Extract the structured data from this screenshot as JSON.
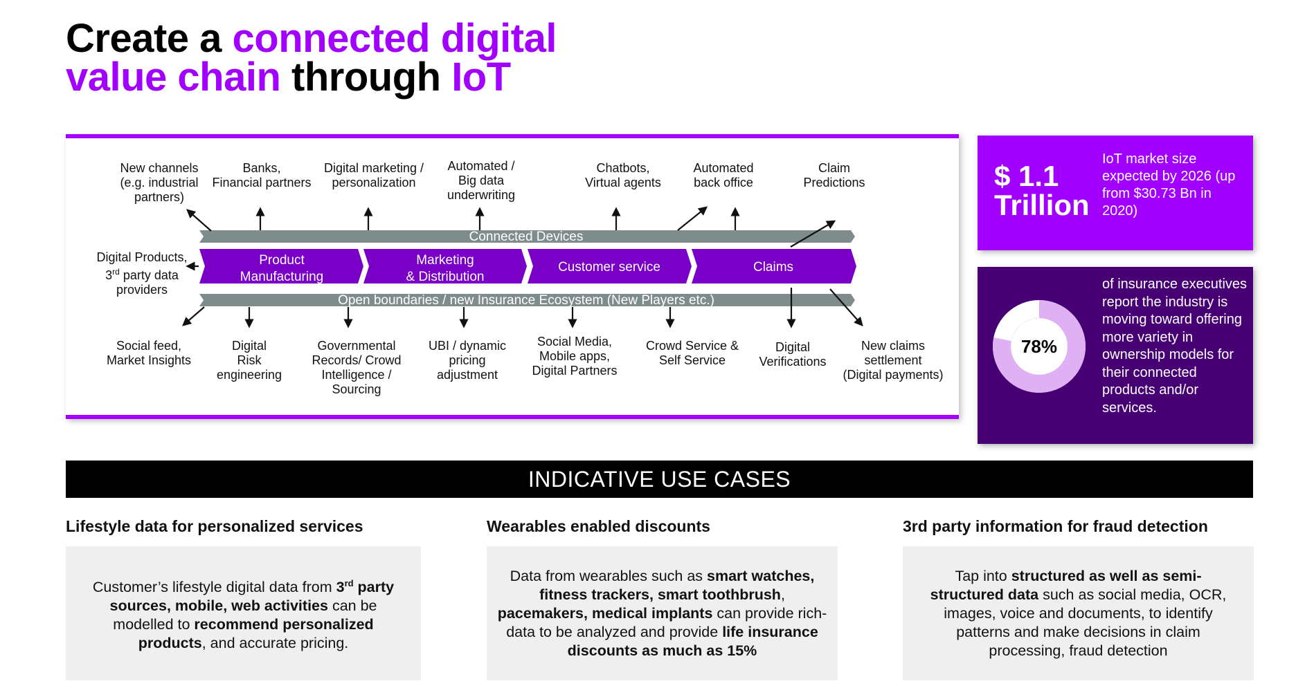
{
  "title": {
    "part1": "Create a ",
    "part2": "connected digital",
    "part3": "value chain",
    "part4": " through ",
    "part5": "IoT"
  },
  "colors": {
    "accent": "#A100FF",
    "dark_purple": "#460073",
    "gray_band": "#7F8C8C",
    "donut_light": "#E0B0F5"
  },
  "chain": {
    "top_band": "Connected Devices",
    "bottom_band": "Open boundaries / new Insurance Ecosystem (New Players etc.)",
    "stages": [
      {
        "line1": "Product",
        "line2": "Manufacturing"
      },
      {
        "line1": "Marketing",
        "line2": "& Distribution"
      },
      {
        "line1": "Customer service",
        "line2": ""
      },
      {
        "line1": "Claims",
        "line2": ""
      }
    ],
    "top_labels": [
      "New channels\n(e.g. industrial\npartners)",
      "Banks,\nFinancial partners",
      "Digital marketing /\npersonalization",
      "Automated /\nBig data\nunderwriting",
      "Chatbots,\nVirtual agents",
      "Automated\nback office",
      "Claim\nPredictions"
    ],
    "left_label": "Digital Products,\n3rd party data\nproviders",
    "bottom_labels": [
      "Social feed,\nMarket Insights",
      "Digital\nRisk\nengineering",
      "Governmental\nRecords/ Crowd\nIntelligence /\nSourcing",
      "UBI / dynamic\npricing\nadjustment",
      "Social Media,\nMobile apps,\nDigital Partners",
      "Crowd Service &\nSelf Service",
      "Digital\nVerifications",
      "New claims\nsettlement\n(Digital payments)"
    ]
  },
  "stat1": {
    "value": "$ 1.1 Trillion",
    "value_line1": "$ 1.1",
    "value_line2": "Trillion",
    "text": "IoT market size expected by 2026 (up from $30.73 Bn in 2020)"
  },
  "stat2": {
    "value": "78%",
    "percent": 78,
    "text": "of insurance executives report the industry is moving toward offering more variety in ownership models for their connected products and/or services."
  },
  "banner": "INDICATIVE USE CASES",
  "use_cases": [
    {
      "title": "Lifestyle data for personalized services",
      "body": [
        {
          "t": "Customer’s lifestyle digital data from "
        },
        {
          "t": "3",
          "b": true
        },
        {
          "t": "rd",
          "b": true,
          "sup": true
        },
        {
          "t": " party sources, mobile, web activities",
          "b": true
        },
        {
          "t": " can be modelled to "
        },
        {
          "t": "recommend personalized products",
          "b": true
        },
        {
          "t": ", and accurate pricing."
        }
      ]
    },
    {
      "title": "Wearables enabled discounts",
      "body": [
        {
          "t": "Data from wearables such as "
        },
        {
          "t": "smart watches, fitness trackers, smart toothbrush",
          "b": true
        },
        {
          "t": ", "
        },
        {
          "t": "pacemakers, medical implants",
          "b": true
        },
        {
          "t": " can provide rich-data to be analyzed and provide "
        },
        {
          "t": "life insurance discounts as much as 15%",
          "b": true
        }
      ]
    },
    {
      "title": "3rd party information for fraud detection",
      "body": [
        {
          "t": "Tap into "
        },
        {
          "t": "structured as well as semi-structured data",
          "b": true
        },
        {
          "t": " such as social media, OCR, images, voice and documents, to identify patterns and make decisions in claim processing, fraud detection"
        }
      ]
    }
  ]
}
